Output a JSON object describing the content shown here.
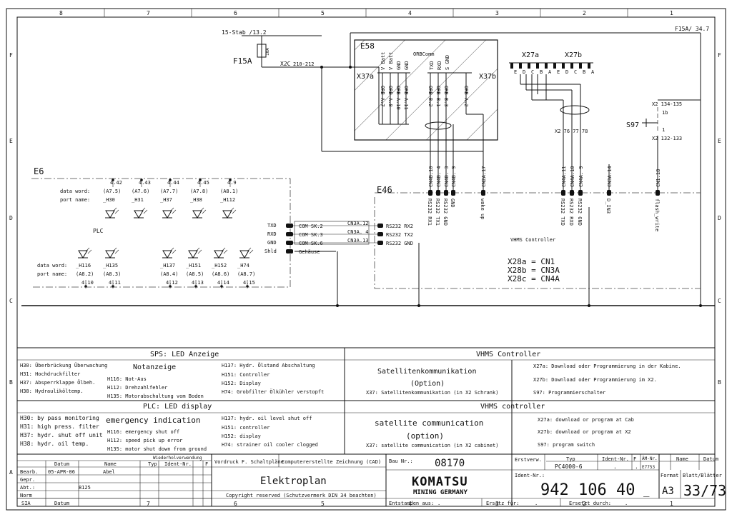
{
  "frame": {
    "top_columns": [
      "8",
      "7",
      "6",
      "5",
      "4",
      "3",
      "2",
      "1"
    ],
    "bottom_columns": [
      "7",
      "6",
      "5",
      "4",
      "3",
      "2",
      "1"
    ],
    "rows": [
      "F",
      "E",
      "D",
      "C",
      "B",
      "A"
    ]
  },
  "refs": {
    "stab": "15-Stab /13.2",
    "f15a_ref": "F15A/ 34.7",
    "f15a": "F15A",
    "fuse_rating": "10A",
    "x2c": "X2C",
    "x2c_range": "210-212",
    "e58": "E58",
    "e6": "E6",
    "e46": "E46",
    "x37a": "X37a",
    "x37b": "X37b",
    "orbcomm": "ORBComm",
    "x27a": "X27a",
    "x27b": "X27b",
    "s97": "S97",
    "x2_134": "X2 134-135",
    "x2_132": "X2 132-133",
    "x2_76": "X2 76 77 78",
    "s97_1b": "1b",
    "s97_1": "1",
    "plc": "PLC",
    "vhms_controller": "VHMS Controller"
  },
  "e58_pins_left": [
    "V Batt",
    "V Batt",
    "GND",
    "GND"
  ],
  "e58_pins_right": [
    "TXD",
    "RXD",
    "S GND"
  ],
  "e58_wires_left": [
    "ORB-A.7",
    "ORB-A.8",
    "ORB-A.10",
    "ORB-A.11"
  ],
  "e58_wires_right": [
    "ORB-B.2",
    "ORB-B.1",
    "ORB-B.3",
    "ORB-A.2"
  ],
  "x27_pins": [
    "E",
    "D",
    "C",
    "B",
    "A",
    "E",
    "D",
    "C",
    "B",
    "A"
  ],
  "leds_top": {
    "data_word_label": "data word:",
    "port_name_label": "port name:",
    "items": [
      {
        "ref": "4.42",
        "word": "(A7.5)",
        "port": "_H30"
      },
      {
        "ref": "4.43",
        "word": "(A7.6)",
        "port": "_H31"
      },
      {
        "ref": "4.44",
        "word": "(A7.7)",
        "port": "_H37"
      },
      {
        "ref": "4.45",
        "word": "(A7.8)",
        "port": "_H38"
      },
      {
        "ref": "4.9",
        "word": "(A8.1)",
        "port": "_H112"
      }
    ]
  },
  "leds_bottom": {
    "data_word_label": "data word:",
    "port_name_label": "port name:",
    "items": [
      {
        "ref": "4.10",
        "word": "(A8.2)",
        "port": "_H116"
      },
      {
        "ref": "4.11",
        "word": "(A8.3)",
        "port": "_H135"
      },
      {
        "ref": "4.12",
        "word": "(A8.4)",
        "port": "_H137"
      },
      {
        "ref": "4.13",
        "word": "(A8.5)",
        "port": "_H151"
      },
      {
        "ref": "4.14",
        "word": "(A8.6)",
        "port": "_H152"
      },
      {
        "ref": "4.15",
        "word": "(A8.7)",
        "port": "_H74"
      }
    ]
  },
  "e6_signals": [
    "TXD",
    "RXD",
    "GND",
    "Shld"
  ],
  "com_pins": [
    "COM SK.2",
    "COM SK.3",
    "COM SK.6",
    "Gehäuse"
  ],
  "cn3a_pins": [
    "CN3A.12",
    "CN3A. 4",
    "CN3A.13"
  ],
  "rs232_left": [
    "RS232 RX2",
    "RS232 TX2",
    "RS232 GND"
  ],
  "vhms_pins": [
    {
      "cn": "CN4B.10",
      "sig": "RS232 RX1"
    },
    {
      "cn": "CN4B. 4",
      "sig": "RS232 TX1"
    },
    {
      "cn": "CN4B. 3",
      "sig": "RS232 GND"
    },
    {
      "cn": "CN4B. 9",
      "sig": "GND"
    },
    {
      "cn": "CN2A.17",
      "sig": "wake up"
    },
    {
      "cn": "CN4A.11",
      "sig": "RS232 TXD"
    },
    {
      "cn": "CN4A.10",
      "sig": "RS232 RXD"
    },
    {
      "cn": "CN4A. 9",
      "sig": "RS232 GND"
    },
    {
      "cn": "CN3A.14",
      "sig": "D_IN3"
    },
    {
      "cn": "CN1.18",
      "sig": "flash_write"
    }
  ],
  "x28": [
    "X28a = CN1",
    "X28b = CN3A",
    "X28c = CN4A"
  ],
  "legend_de": {
    "title_left": "SPS: LED Anzeige",
    "title_right": "VHMS Controller",
    "col1": [
      "H30: Überbrückung Überwachung",
      "H31: Hochdruckfilter",
      "H37: Absperrklappe Ölbeh.",
      "H38: Hydrauliköltemp."
    ],
    "col2_head": "Notanzeige",
    "col2": [
      "H116: Not-Aus",
      "H112: Drehzahlfehler",
      "H135: Motorabschaltung vom Boden"
    ],
    "col3": [
      "H137: Hydr. Ölstand Abschaltung",
      "H151: Controller",
      "H152: Display",
      "H74: Grobfilter Ölkühler verstopft"
    ],
    "sat_head": "Satellitenkommunikation",
    "sat_option": "(Option)",
    "sat_x37": "X37: Satellitenkommunikation (in X2 Schrank)",
    "right": [
      "X27a: Download oder Programmierung in der Kabine.",
      "X27b: Download oder Programmierung im X2.",
      "S97: Programmierschalter"
    ]
  },
  "legend_en": {
    "title_left": "PLC: LED display",
    "title_right": "VHMS controller",
    "col1": [
      "H30: by pass monitoring",
      "H31: high press. filter",
      "H37: hydr. shut off unit",
      "H38: hydr. oil temp."
    ],
    "col2_head": "emergency indication",
    "col2": [
      "H116: emergency shut off",
      "H112: speed pick up error",
      "H135: motor shut down from ground"
    ],
    "col3": [
      "H137: hydr. oil level shut off",
      "H151: controller",
      "H152: display",
      "H74: strainer oil cooler clogged"
    ],
    "sat_head": "satellite communication",
    "sat_option": "(option)",
    "sat_x37": "X37: satellite communication (in X2 cabinet)",
    "right": [
      "X27a: download or program at Cab",
      "X27b: download or program at X2",
      "S97: program switch"
    ]
  },
  "title_block": {
    "wiederhol": "Wiederholverwendung",
    "typ": "Typ",
    "ident": "Ident-Nr.",
    "f": "F",
    "datum": "Datum",
    "name": "Name",
    "bearb": "Bearb.",
    "bearb_date": "05-APR-06",
    "bearb_name": "Abel",
    "gepr": "Gepr.",
    "abt": "Abt.:",
    "abt_val": "8125",
    "norm": "Norm",
    "sia": "SIA",
    "vordruck": "Vordruck F. Schaltpläne",
    "computer": "Computererstellte Zeichnung (CAD)",
    "title": "Elektroplan",
    "copyright": "Copyright reserved (Schutzvermerk DIN 34 beachten)",
    "bau_label": "Bau Nr.:",
    "bau_nr": "08170",
    "brand": "KOMATSU",
    "brand_sub": "MINING GERMANY",
    "erstverw": "Erstverw.",
    "typ_val": "PC4000-6",
    "ident_label": "Ident-Nr.:",
    "ident_val": "942 106 40",
    "ident_suffix": "_",
    "e7753": "E7753",
    "aem_nr": "ÄM-Nr.",
    "format_label": "Format",
    "format": "A3",
    "blatt_label": "Blatt/Blätter",
    "blatt": "33/73",
    "entstanden": "Entstanden aus:",
    "ersatz_fuer": "Ersatz für:",
    "ersetzt_durch": "Ersetzt durch:",
    "dot": "."
  }
}
